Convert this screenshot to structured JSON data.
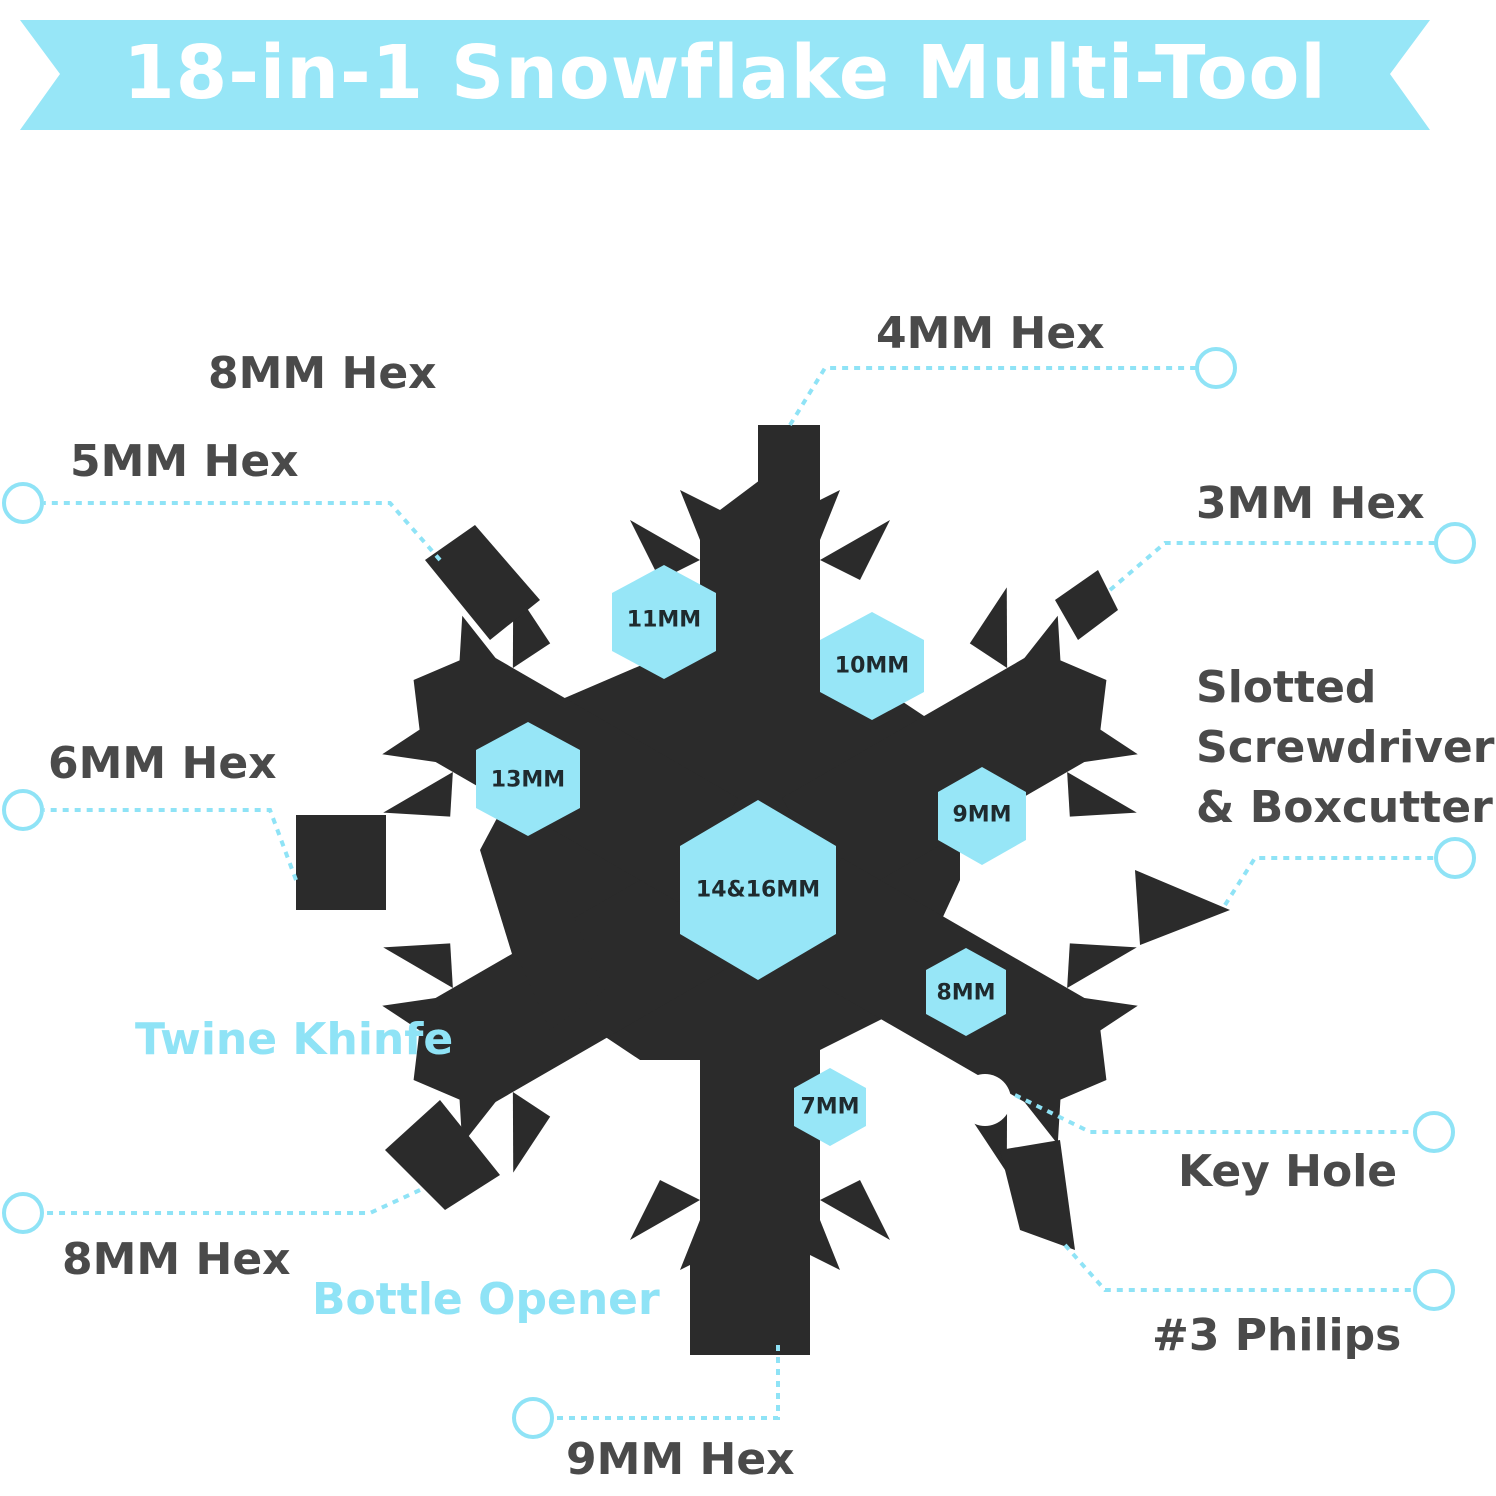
{
  "title": "18-in-1 Snowflake Multi-Tool",
  "colors": {
    "banner": "#97e6f7",
    "accent": "#8fe3f6",
    "tool": "#2b2b2b",
    "text": "#4a4a4a",
    "hex": "#97e6f7"
  },
  "callouts": {
    "hex_8mm_top": "8MM Hex",
    "hex_4mm": "4MM Hex",
    "hex_5mm": "5MM Hex",
    "hex_3mm": "3MM Hex",
    "slotted_line1": "Slotted",
    "slotted_line2": "Screwdriver",
    "slotted_line3": "& Boxcutter",
    "hex_6mm": "6MM Hex",
    "twine_knife": "Twine Khinfe",
    "key_hole": "Key Hole",
    "hex_8mm_bottom": "8MM Hex",
    "bottle_opener": "Bottle Opener",
    "philips": "#3 Philips",
    "hex_9mm": "9MM Hex"
  },
  "wrench_sizes": {
    "s11": "11MM",
    "s10": "10MM",
    "s13": "13MM",
    "s9": "9MM",
    "s14_16": "14&16MM",
    "s8": "8MM",
    "s7": "7MM"
  }
}
